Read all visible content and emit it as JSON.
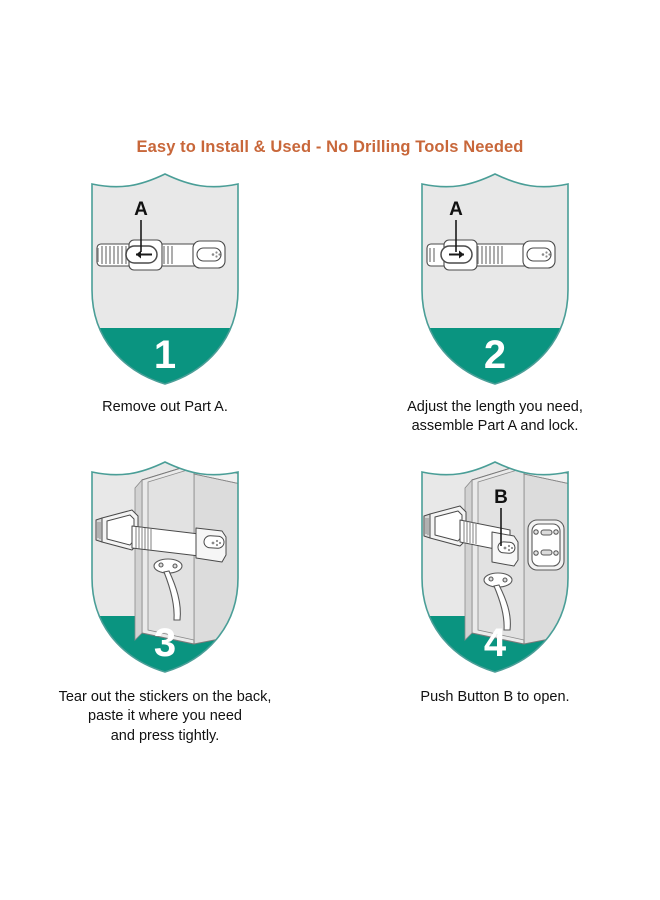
{
  "headline": "Easy to Install & Used - No Drilling Tools Needed",
  "colors": {
    "headline": "#c8673a",
    "shield_teal": "#0a9480",
    "shield_gray": "#e8e8e8",
    "shield_outline": "#4a9e97",
    "number_text": "#ffffff",
    "caption_text": "#111111",
    "line_art": "#4a4a4a"
  },
  "steps": [
    {
      "number": "1",
      "caption": "Remove out Part A.",
      "label": "A",
      "arrow_direction": "left",
      "illustration": "strap-lock-slider-left"
    },
    {
      "number": "2",
      "caption": "Adjust the length you need,\nassemble Part A and lock.",
      "label": "A",
      "arrow_direction": "right",
      "illustration": "strap-lock-slider-right"
    },
    {
      "number": "3",
      "caption": "Tear out the stickers on the back,\npaste it where you need\nand press tightly.",
      "label": "",
      "arrow_direction": "",
      "illustration": "cabinet-corner-strap-mounted"
    },
    {
      "number": "4",
      "caption": "Push Button B to open.",
      "label": "B",
      "arrow_direction": "",
      "illustration": "cabinet-corner-button-release-outlet"
    }
  ]
}
